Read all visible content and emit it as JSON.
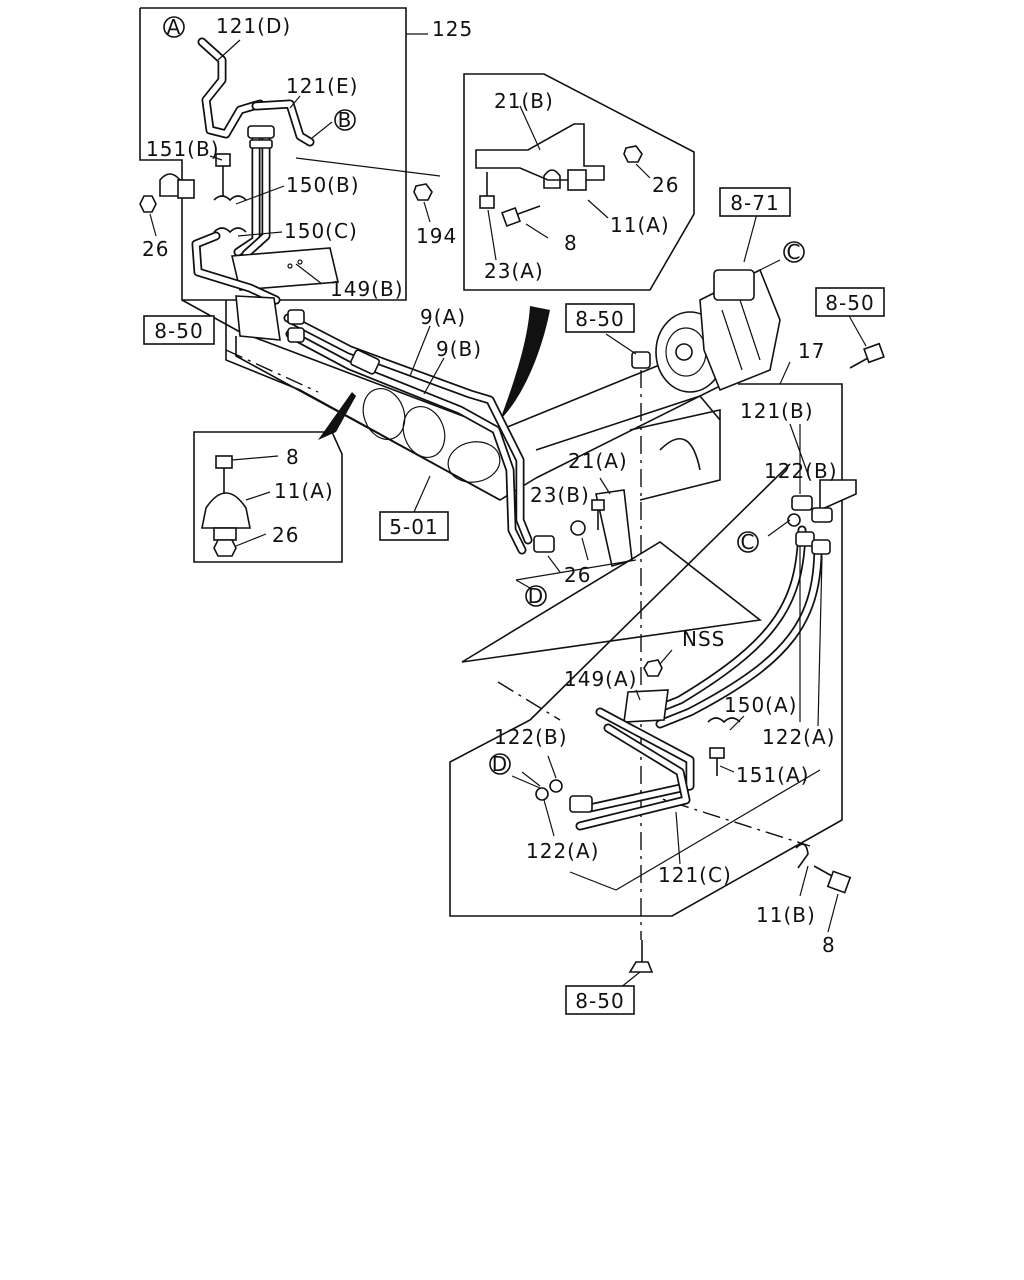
{
  "callouts": {
    "A": "A",
    "B": "B",
    "C": "C",
    "D": "D"
  },
  "labels": {
    "p121D": "121(D)",
    "p125": "125",
    "p121E": "121(E)",
    "p151B": "151(B)",
    "p150B": "150(B)",
    "p150C": "150(C)",
    "p149B": "149(B)",
    "p194": "194",
    "p26_a": "26",
    "p21B": "21(B)",
    "p26_b": "26",
    "p11A_a": "11(A)",
    "p8_a": "8",
    "p23A": "23(A)",
    "p9A": "9(A)",
    "p9B": "9(B)",
    "p8_b": "8",
    "p11A_b": "11(A)",
    "p26_c": "26",
    "p21A": "21(A)",
    "p23B": "23(B)",
    "p26_d": "26",
    "p17": "17",
    "p121B": "121(B)",
    "p122B_a": "122(B)",
    "pNSS": "NSS",
    "p149A": "149(A)",
    "p150A": "150(A)",
    "p122A_a": "122(A)",
    "p122B_b": "122(B)",
    "p151A": "151(A)",
    "p122A_b": "122(A)",
    "p121C": "121(C)",
    "p11B": "11(B)",
    "p8_c": "8"
  },
  "refs": {
    "r850_a": "8-50",
    "r850_b": "8-50",
    "r871": "8-71",
    "r850_c": "8-50",
    "r501": "5-01",
    "r850_d": "8-50"
  }
}
